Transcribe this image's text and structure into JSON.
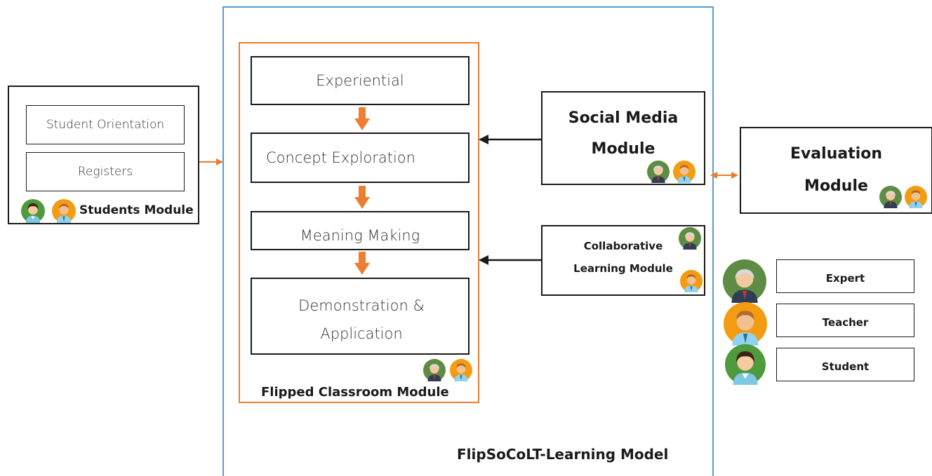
{
  "model": {
    "title": "FlipSoCoLT-Learning Model"
  },
  "students_module": {
    "title": "Students Module",
    "items": [
      "Student Orientation",
      "Registers"
    ]
  },
  "flipped_module": {
    "title": "Flipped Classroom Module",
    "steps": [
      "Experiential",
      "Concept Exploration",
      "Meaning Making",
      "Demonstration &",
      "Application"
    ]
  },
  "social_module": {
    "line1": "Social Media",
    "line2": "Module"
  },
  "collab_module": {
    "line1": "Collaborative",
    "line2": "Learning Module"
  },
  "eval_module": {
    "line1": "Evaluation",
    "line2": "Module"
  },
  "legend": [
    "Expert",
    "Teacher",
    "Student"
  ],
  "colors": {
    "orange": "#ed7d31",
    "blue": "#5b9bd5",
    "black": "#1a1a1a"
  },
  "icons": [
    "expert-avatar-icon",
    "teacher-avatar-icon",
    "student-avatar-icon"
  ]
}
